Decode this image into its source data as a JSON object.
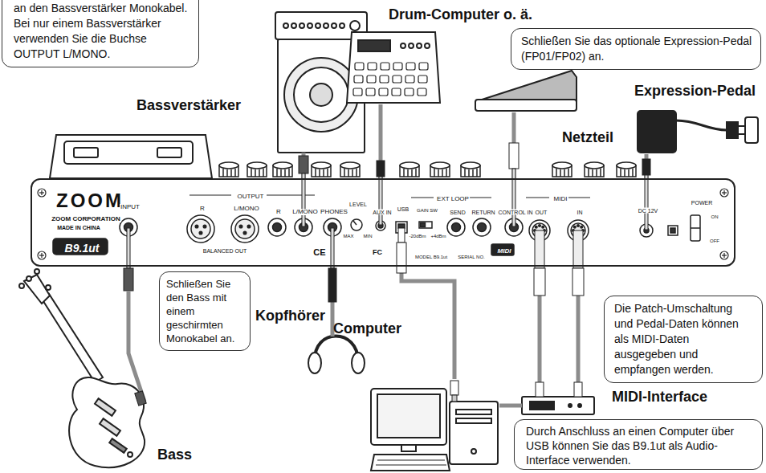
{
  "diagram": {
    "nodes": [
      {
        "text": [
          "an den Bassverstärker Monokabel. Bei nur einem Bassverstärker verwenden Sie die Buchse OUTPUT L/MONO."
        ]
      },
      {
        "text": [
          "Drum-Computer o. ä."
        ]
      },
      {
        "text": [
          "Schließen Sie das optionale Expression-Pedal (FP01/FP02) an."
        ]
      },
      {
        "text": [
          "Bassverstärker"
        ]
      },
      {
        "text": [
          "Expression-Pedal"
        ]
      },
      {
        "text": [
          "Netzteil"
        ]
      },
      {
        "text": [
          "ZOOM",
          "ZOOM CORPORATION",
          "MADE IN CHINA",
          "B9.1ut",
          "INPUT",
          "OUTPUT",
          "R",
          "L/MONO",
          "BALANCED OUT",
          "R",
          "L/MONO",
          "PHONES",
          "LEVEL",
          "MAX",
          "MIN",
          "AUX IN",
          "USB",
          "EXT LOOP",
          "GAIN SW",
          "SEND",
          "RETURN",
          "-20dBm",
          "+4dBm",
          "CONTROL IN",
          "MIDI",
          "OUT",
          "IN",
          "DC 12V",
          "POWER",
          "ON",
          "OFF",
          "CE",
          "FC",
          "MODEL B9.1ut",
          "SERIAL NO.",
          "MIDI"
        ]
      },
      {
        "text": [
          "Schließen Sie den Bass mit einem geschirmten Monokabel an."
        ]
      },
      {
        "text": [
          "MIDI-Interface"
        ]
      },
      {
        "text": [
          "Die Patch-Umschaltung und Pedal-Daten können als MIDI-Daten ausgegeben und empfangen werden."
        ]
      },
      {
        "text": [
          "Kopfhörer"
        ]
      },
      {
        "text": [
          "Computer"
        ]
      },
      {
        "text": [
          "Bass"
        ]
      },
      {
        "text": [
          "Durch Anschluss an einen Computer über USB können Sie das B9.1ut als Audio-Interface verwenden."
        ]
      }
    ],
    "edges": [
      {
        "from": 3,
        "to": 6,
        "arrow": "none"
      },
      {
        "from": 1,
        "to": 6,
        "arrow": "none"
      },
      {
        "from": 4,
        "to": 6,
        "arrow": "none"
      },
      {
        "from": 5,
        "to": 6,
        "arrow": "none"
      },
      {
        "from": 6,
        "to": 12,
        "arrow": "none"
      },
      {
        "from": 6,
        "to": 10,
        "arrow": "none"
      },
      {
        "from": 6,
        "to": 11,
        "arrow": "none"
      },
      {
        "from": 6,
        "to": 8,
        "arrow": "none"
      },
      {
        "from": 6,
        "to": 8,
        "arrow": "none"
      },
      {
        "from": 11,
        "to": 8,
        "arrow": "none"
      }
    ]
  }
}
